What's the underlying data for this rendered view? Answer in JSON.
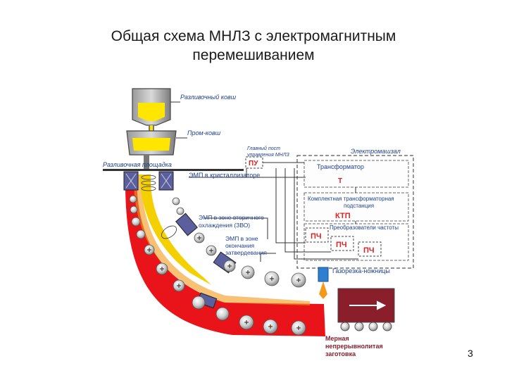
{
  "slide": {
    "title_line1": "Общая схема МНЛЗ с электромагнитным",
    "title_line2": "перемешиванием",
    "page_number": "3"
  },
  "diagram": {
    "labels": {
      "ladle": "Разливочный ковш",
      "tundish": "Пром-ковш",
      "platform": "Разливочная       площадка",
      "control_post_1": "Главный пост",
      "control_post_2": "управления МНЛЗ",
      "pu": "ПУ",
      "electro_hall": "Электромашзал",
      "transformer": "Трансформатор",
      "t": "Т",
      "ktp_title_1": "Комплектная трансформаторная",
      "ktp_title_2": "подстанция",
      "ktp": "КТП",
      "freq_converter": "Преобразователи частоты",
      "pch": "ПЧ",
      "emp_crystallizer": "ЭМП в кристаллизаторе",
      "emp_secondary_1": "ЭМП в зоне вторичного",
      "emp_secondary_2": "охлаждения (ЗВО)",
      "emp_end_1": "ЭМП в зоне",
      "emp_end_2": "окончания",
      "emp_end_3": "затвердевания",
      "cutter": "Газорезка-ножницы",
      "billet_1": "Мерная",
      "billet_2": "непрерывнолитая",
      "billet_3": "заготовка"
    },
    "colors": {
      "steel_outer": "#e8141a",
      "steel_core": "#f5d000",
      "ladle_fill": "#ffe600",
      "label_blue": "#1e3f8f",
      "emp_purple": "#5c5f9e",
      "billet": "#8a1f2b",
      "red_text": "#e02020"
    }
  }
}
